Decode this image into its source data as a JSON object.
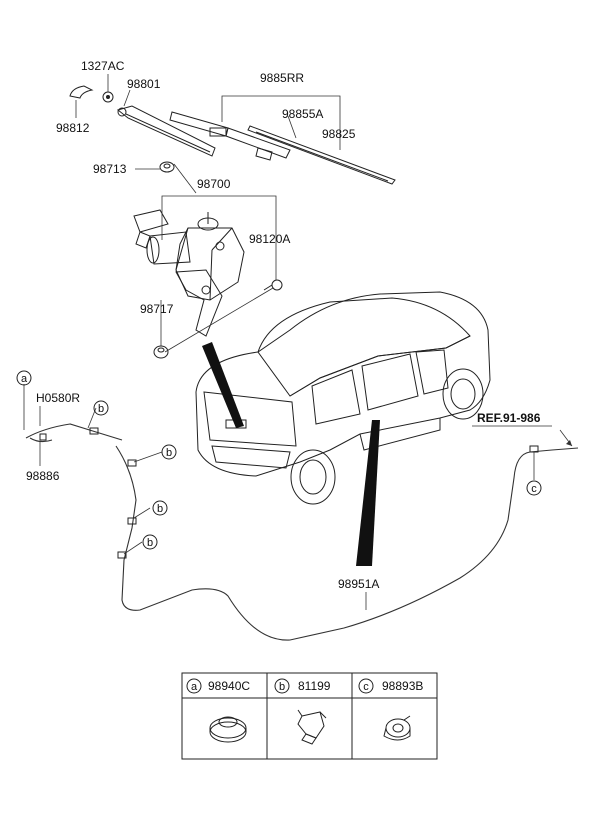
{
  "part_labels": {
    "p1327AC": "1327AC",
    "p98801": "98801",
    "p9885RR": "9885RR",
    "p98855A": "98855A",
    "p98825": "98825",
    "p98812": "98812",
    "p98713": "98713",
    "p98700": "98700",
    "p98120A": "98120A",
    "p98717": "98717",
    "pH0580R": "H0580R",
    "p98886": "98886",
    "p98951A": "98951A",
    "ref": "REF.91-986"
  },
  "callouts": {
    "a": "a",
    "b": "b",
    "c": "c"
  },
  "legend": {
    "items": [
      {
        "key": "a",
        "part": "98940C"
      },
      {
        "key": "b",
        "part": "81199"
      },
      {
        "key": "c",
        "part": "98893B"
      }
    ]
  }
}
